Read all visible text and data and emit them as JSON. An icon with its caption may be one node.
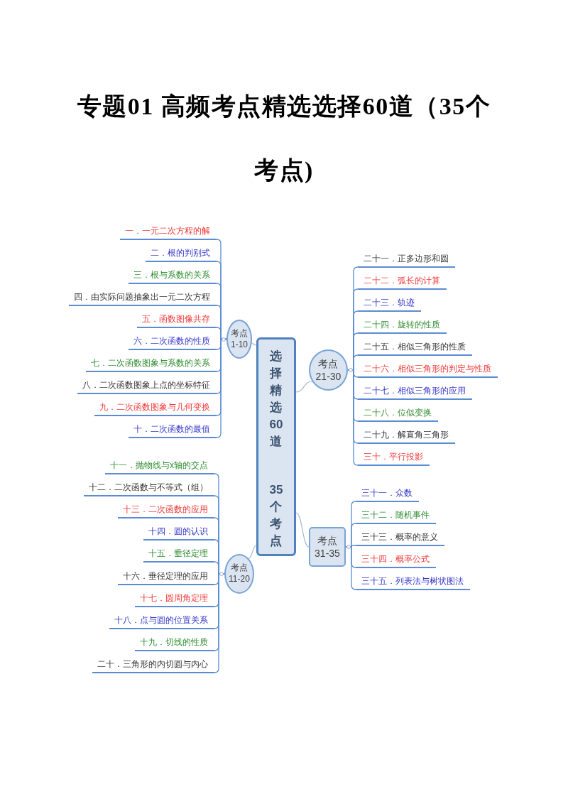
{
  "diagram": {
    "title": "专题01 高频考点精选选择60道（35个考点)",
    "nodes": [
      {
        "text": [
          "选择精选60道",
          "35个考点"
        ]
      },
      {
        "text": [
          "考点 1-10"
        ]
      },
      {
        "text": [
          "一．一元二次方程的解"
        ]
      },
      {
        "text": [
          "二．根的判别式"
        ]
      },
      {
        "text": [
          "三．根与系数的关系"
        ]
      },
      {
        "text": [
          "四．由实际问题抽象出一元二次方程"
        ]
      },
      {
        "text": [
          "五．函数图像共存"
        ]
      },
      {
        "text": [
          "六．二次函数的性质"
        ]
      },
      {
        "text": [
          "七．二次函数图象与系数的关系"
        ]
      },
      {
        "text": [
          "八．二次函数图象上点的坐标特征"
        ]
      },
      {
        "text": [
          "九．二次函数图象与几何变换"
        ]
      },
      {
        "text": [
          "十．二次函数的最值"
        ]
      },
      {
        "text": [
          "考点 11-20"
        ]
      },
      {
        "text": [
          "十一．抛物线与x轴的交点"
        ]
      },
      {
        "text": [
          "十二．二次函数与不等式（组）"
        ]
      },
      {
        "text": [
          "十三．二次函数的应用"
        ]
      },
      {
        "text": [
          "十四．圆的认识"
        ]
      },
      {
        "text": [
          "十五．垂径定理"
        ]
      },
      {
        "text": [
          "十六．垂径定理的应用"
        ]
      },
      {
        "text": [
          "十七．圆周角定理"
        ]
      },
      {
        "text": [
          "十八．点与圆的位置关系"
        ]
      },
      {
        "text": [
          "十九．切线的性质"
        ]
      },
      {
        "text": [
          "二十．三角形的内切圆与内心"
        ]
      },
      {
        "text": [
          "考点 21-30"
        ]
      },
      {
        "text": [
          "二十一．正多边形和圆"
        ]
      },
      {
        "text": [
          "二十二．弧长的计算"
        ]
      },
      {
        "text": [
          "二十三．轨迹"
        ]
      },
      {
        "text": [
          "二十四．旋转的性质"
        ]
      },
      {
        "text": [
          "二十五．相似三角形的性质"
        ]
      },
      {
        "text": [
          "二十六．相似三角形的判定与性质"
        ]
      },
      {
        "text": [
          "二十七．相似三角形的应用"
        ]
      },
      {
        "text": [
          "二十八．位似变换"
        ]
      },
      {
        "text": [
          "二十九．解直角三角形"
        ]
      },
      {
        "text": [
          "三十．平行投影"
        ]
      },
      {
        "text": [
          "考点 31-35"
        ]
      },
      {
        "text": [
          "三十一．众数"
        ]
      },
      {
        "text": [
          "三十二．随机事件"
        ]
      },
      {
        "text": [
          "三十三．概率的意义"
        ]
      },
      {
        "text": [
          "三十四．概率公式"
        ]
      },
      {
        "text": [
          "三十五．列表法与树状图法"
        ]
      }
    ],
    "edges": [
      {
        "from": 0,
        "to": 1,
        "arrow": "none",
        "color": "#a3b6d0"
      },
      {
        "from": 1,
        "to": 2,
        "arrow": "none"
      },
      {
        "from": 1,
        "to": 3,
        "arrow": "none"
      },
      {
        "from": 1,
        "to": 4,
        "arrow": "none"
      },
      {
        "from": 1,
        "to": 5,
        "arrow": "none"
      },
      {
        "from": 1,
        "to": 6,
        "arrow": "none"
      },
      {
        "from": 1,
        "to": 7,
        "arrow": "none"
      },
      {
        "from": 1,
        "to": 8,
        "arrow": "none"
      },
      {
        "from": 1,
        "to": 9,
        "arrow": "none"
      },
      {
        "from": 1,
        "to": 10,
        "arrow": "none"
      },
      {
        "from": 1,
        "to": 11,
        "arrow": "none"
      },
      {
        "from": 0,
        "to": 12,
        "arrow": "none",
        "color": "#a3b6d0"
      },
      {
        "from": 12,
        "to": 13,
        "arrow": "none"
      },
      {
        "from": 12,
        "to": 14,
        "arrow": "none"
      },
      {
        "from": 12,
        "to": 15,
        "arrow": "none"
      },
      {
        "from": 12,
        "to": 16,
        "arrow": "none"
      },
      {
        "from": 12,
        "to": 17,
        "arrow": "none"
      },
      {
        "from": 12,
        "to": 18,
        "arrow": "none"
      },
      {
        "from": 12,
        "to": 19,
        "arrow": "none"
      },
      {
        "from": 12,
        "to": 20,
        "arrow": "none"
      },
      {
        "from": 12,
        "to": 21,
        "arrow": "none"
      },
      {
        "from": 12,
        "to": 22,
        "arrow": "none"
      },
      {
        "from": 0,
        "to": 23,
        "arrow": "none",
        "color": "#a3b6d0"
      },
      {
        "from": 23,
        "to": 24,
        "arrow": "none"
      },
      {
        "from": 23,
        "to": 25,
        "arrow": "none"
      },
      {
        "from": 23,
        "to": 26,
        "arrow": "none"
      },
      {
        "from": 23,
        "to": 27,
        "arrow": "none"
      },
      {
        "from": 23,
        "to": 28,
        "arrow": "none"
      },
      {
        "from": 23,
        "to": 29,
        "arrow": "none"
      },
      {
        "from": 23,
        "to": 30,
        "arrow": "none"
      },
      {
        "from": 23,
        "to": 31,
        "arrow": "none"
      },
      {
        "from": 23,
        "to": 32,
        "arrow": "none"
      },
      {
        "from": 23,
        "to": 33,
        "arrow": "none"
      },
      {
        "from": 0,
        "to": 34,
        "arrow": "none",
        "color": "#a3b6d0"
      },
      {
        "from": 34,
        "to": 35,
        "arrow": "none"
      },
      {
        "from": 34,
        "to": 36,
        "arrow": "none"
      },
      {
        "from": 34,
        "to": 37,
        "arrow": "none"
      },
      {
        "from": 34,
        "to": 38,
        "arrow": "none"
      },
      {
        "from": 34,
        "to": 39,
        "arrow": "none"
      }
    ]
  }
}
